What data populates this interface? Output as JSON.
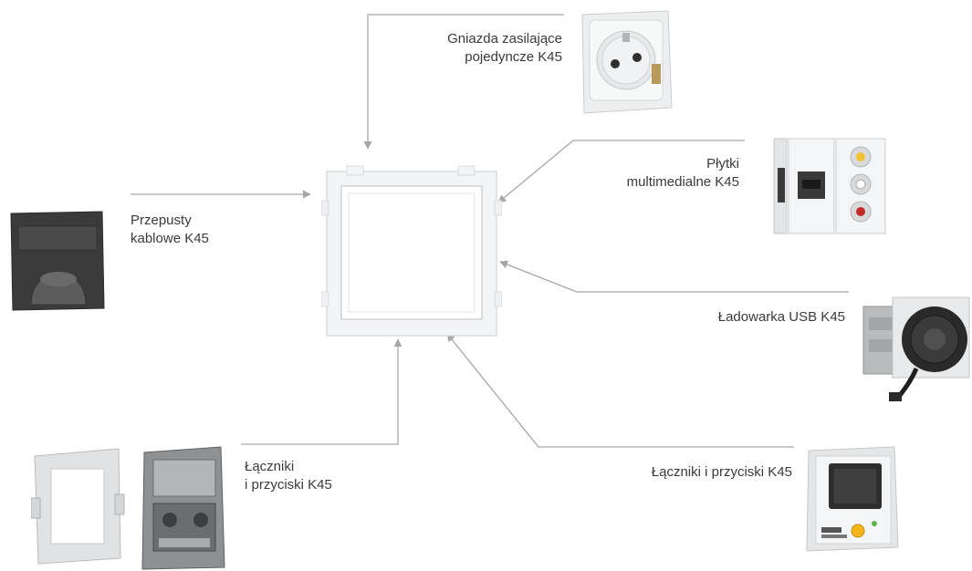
{
  "labels": {
    "gniazda": {
      "line1": "Gniazda zasilające",
      "line2": "pojedyncze K45",
      "icon": "power-socket"
    },
    "plytki": {
      "line1": "Płytki",
      "line2": "multimedialne K45",
      "icon": "hdmi-rca-plate"
    },
    "przepusty": {
      "line1": "Przepusty",
      "line2": "kablowe K45",
      "icon": "cable-outlet"
    },
    "ladowarka": {
      "line1": "Ładowarka USB K45",
      "icon": "usb-charger"
    },
    "laczniki_right": {
      "line1": "Łączniki i przyciski K45",
      "icon": "rcd-module"
    },
    "laczniki_left": {
      "line1": "Łączniki",
      "line2": "i przyciski K45",
      "icon": "switch-mechanism"
    }
  },
  "center": {
    "icon": "k45-mounting-frame"
  },
  "colors": {
    "arrow": "#a6a6a6",
    "text": "#3a3a3a"
  }
}
